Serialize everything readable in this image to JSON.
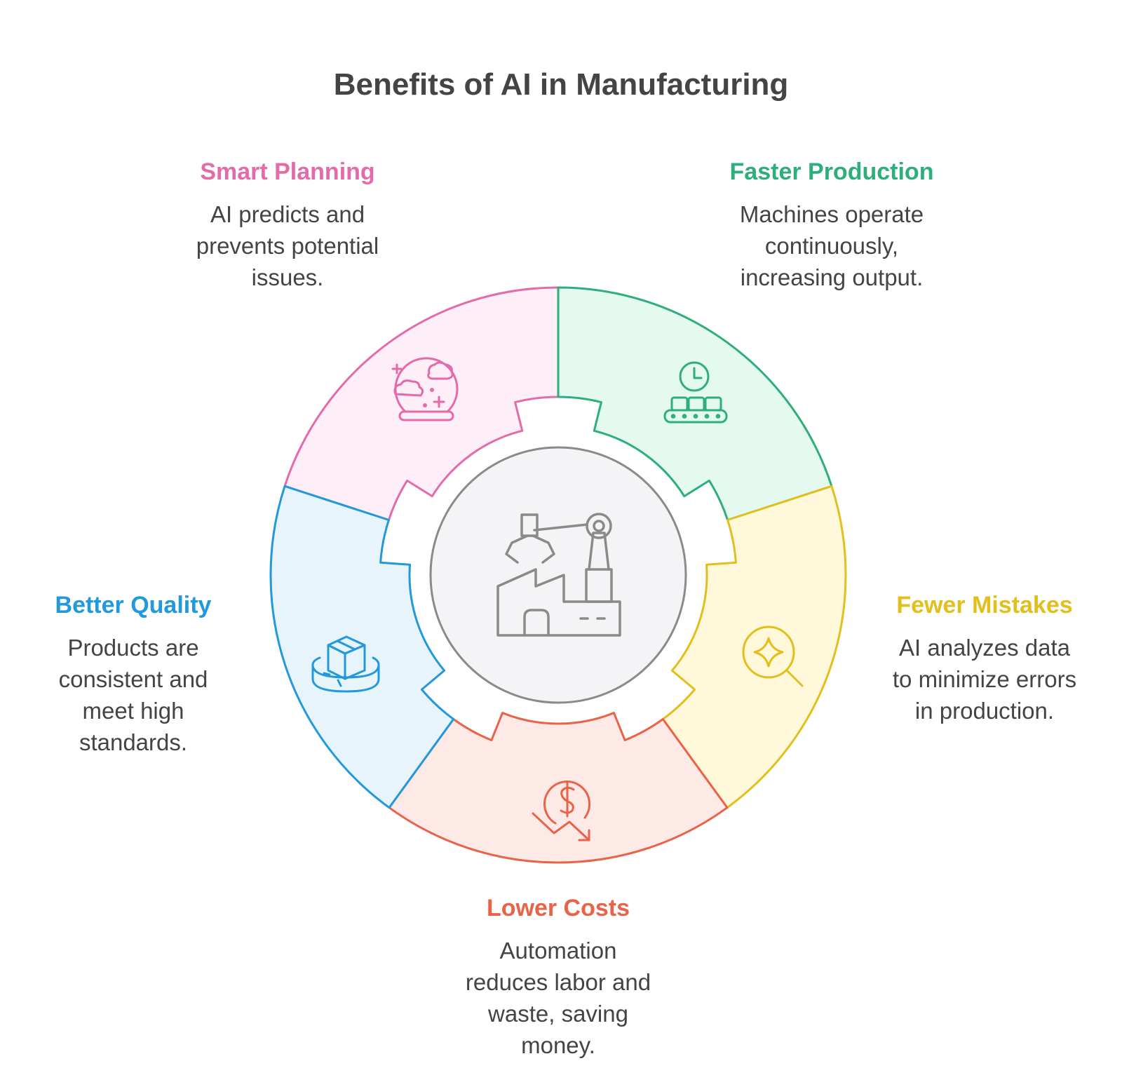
{
  "title": "Benefits of AI in Manufacturing",
  "segments": [
    {
      "id": "smart-planning",
      "heading": "Smart Planning",
      "lines": [
        "AI predicts and",
        "prevents potential",
        "issues."
      ],
      "stroke": "#E36BAA",
      "fill": "#FDEEF7",
      "icon": "crystal-ball-icon"
    },
    {
      "id": "faster-production",
      "heading": "Faster Production",
      "lines": [
        "Machines operate",
        "continuously,",
        "increasing output."
      ],
      "stroke": "#2EAE7D",
      "fill": "#E4FAF0",
      "icon": "conveyor-clock-icon"
    },
    {
      "id": "fewer-mistakes",
      "heading": "Fewer Mistakes",
      "lines": [
        "AI analyzes data",
        "to minimize errors",
        "in production."
      ],
      "stroke": "#E2BF1C",
      "fill": "#FFF8DA",
      "icon": "magnifier-sparkle-icon"
    },
    {
      "id": "lower-costs",
      "heading": "Lower Costs",
      "lines": [
        "Automation",
        "reduces labor and",
        "waste, saving",
        "money."
      ],
      "stroke": "#EA6248",
      "fill": "#FDEAE7",
      "icon": "dollar-down-arrow-icon"
    },
    {
      "id": "better-quality",
      "heading": "Better Quality",
      "lines": [
        "Products are",
        "consistent and",
        "meet high",
        "standards."
      ],
      "stroke": "#2199DB",
      "fill": "#E7F4FC",
      "icon": "package-platform-icon"
    }
  ],
  "center": {
    "icon": "factory-robot-arm-icon",
    "stroke": "#8A8A8A",
    "fill": "#F4F3F6"
  }
}
